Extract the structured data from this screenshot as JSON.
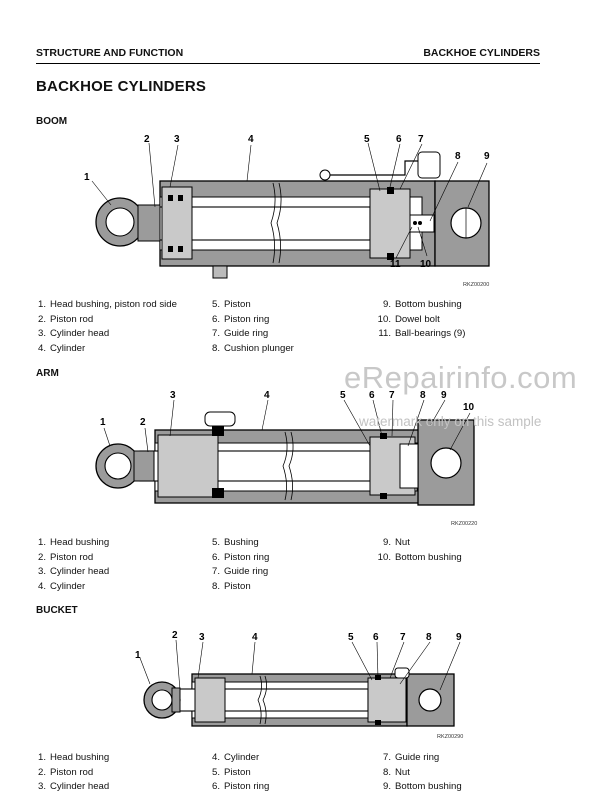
{
  "header": {
    "left": "STRUCTURE AND FUNCTION",
    "right": "BACKHOE CYLINDERS"
  },
  "page_title": "BACKHOE CYLINDERS",
  "sections": {
    "boom": {
      "label": "BOOM",
      "code": "RKZ00200",
      "callouts": [
        "1",
        "2",
        "3",
        "4",
        "5",
        "6",
        "7",
        "8",
        "9",
        "10",
        "11"
      ],
      "parts": [
        {
          "n": "1.",
          "t": "Head bushing, piston rod side"
        },
        {
          "n": "2.",
          "t": "Piston rod"
        },
        {
          "n": "3.",
          "t": "Cylinder head"
        },
        {
          "n": "4.",
          "t": "Cylinder"
        },
        {
          "n": "5.",
          "t": "Piston"
        },
        {
          "n": "6.",
          "t": "Piston ring"
        },
        {
          "n": "7.",
          "t": "Guide ring"
        },
        {
          "n": "8.",
          "t": "Cushion plunger"
        },
        {
          "n": "9.",
          "t": "Bottom bushing"
        },
        {
          "n": "10.",
          "t": "Dowel bolt"
        },
        {
          "n": "11.",
          "t": "Ball-bearings (9)"
        }
      ]
    },
    "arm": {
      "label": "ARM",
      "code": "RKZ00220",
      "callouts": [
        "1",
        "2",
        "3",
        "4",
        "5",
        "6",
        "7",
        "8",
        "9",
        "10"
      ],
      "parts": [
        {
          "n": "1.",
          "t": "Head bushing"
        },
        {
          "n": "2.",
          "t": "Piston rod"
        },
        {
          "n": "3.",
          "t": "Cylinder head"
        },
        {
          "n": "4.",
          "t": "Cylinder"
        },
        {
          "n": "5.",
          "t": "Bushing"
        },
        {
          "n": "6.",
          "t": "Piston ring"
        },
        {
          "n": "7.",
          "t": "Guide ring"
        },
        {
          "n": "8.",
          "t": "Piston"
        },
        {
          "n": "9.",
          "t": "Nut"
        },
        {
          "n": "10.",
          "t": "Bottom bushing"
        }
      ]
    },
    "bucket": {
      "label": "BUCKET",
      "code": "RKZ00290",
      "callouts": [
        "1",
        "2",
        "3",
        "4",
        "5",
        "6",
        "7",
        "8",
        "9"
      ],
      "parts": [
        {
          "n": "1.",
          "t": "Head bushing"
        },
        {
          "n": "2.",
          "t": "Piston rod"
        },
        {
          "n": "3.",
          "t": "Cylinder head"
        },
        {
          "n": "4.",
          "t": "Cylinder"
        },
        {
          "n": "5.",
          "t": "Piston"
        },
        {
          "n": "6.",
          "t": "Piston ring"
        },
        {
          "n": "7.",
          "t": "Guide ring"
        },
        {
          "n": "8.",
          "t": "Nut"
        },
        {
          "n": "9.",
          "t": "Bottom bushing"
        }
      ]
    }
  },
  "watermark": {
    "main": "eRepairinfo.com",
    "sub": "watermark only on this sample"
  }
}
